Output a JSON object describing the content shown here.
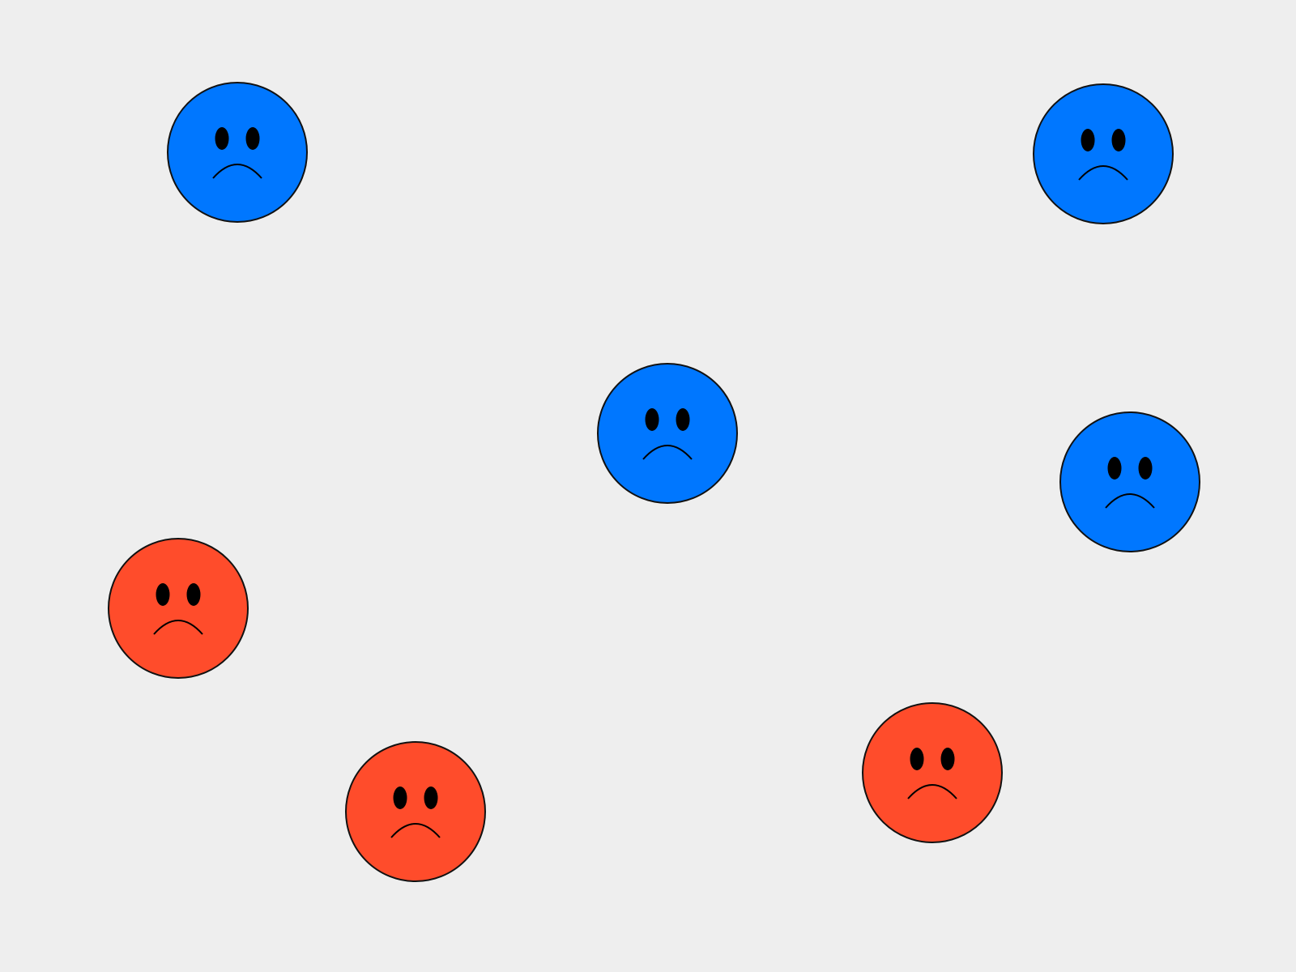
{
  "background_color": "#eeeeee",
  "colors": {
    "blue": "#0077ff",
    "red": "#ff4c2b",
    "outline": "#111111",
    "feature": "#000000"
  },
  "faces": [
    {
      "name": "sad-face-blue-1",
      "color_key": "blue",
      "expression": "sad"
    },
    {
      "name": "sad-face-blue-2",
      "color_key": "blue",
      "expression": "sad"
    },
    {
      "name": "sad-face-blue-3",
      "color_key": "blue",
      "expression": "sad"
    },
    {
      "name": "sad-face-blue-4",
      "color_key": "blue",
      "expression": "sad"
    },
    {
      "name": "sad-face-red-1",
      "color_key": "red",
      "expression": "sad"
    },
    {
      "name": "sad-face-red-2",
      "color_key": "red",
      "expression": "sad"
    },
    {
      "name": "sad-face-red-3",
      "color_key": "red",
      "expression": "sad"
    }
  ]
}
